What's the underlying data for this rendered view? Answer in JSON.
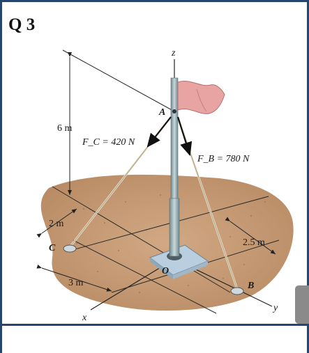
{
  "question": {
    "title": "Q 3"
  },
  "diagram": {
    "axis_z": "z",
    "axis_x": "x",
    "axis_y": "y",
    "point_a": "A",
    "point_b": "B",
    "point_c": "C",
    "point_o": "O",
    "height_dim": "6 m",
    "force_c": "F_C = 420 N",
    "force_b": "F_B = 780 N",
    "dim_2m": "2 m",
    "dim_3m": "3 m",
    "dim_2_5m": "2.5 m"
  },
  "colors": {
    "frame": "#27466f",
    "ground": "#c59a74",
    "flag": "#e8a4a3",
    "pole": "#8aa3a8",
    "base_plate": "#b9cfe0"
  }
}
